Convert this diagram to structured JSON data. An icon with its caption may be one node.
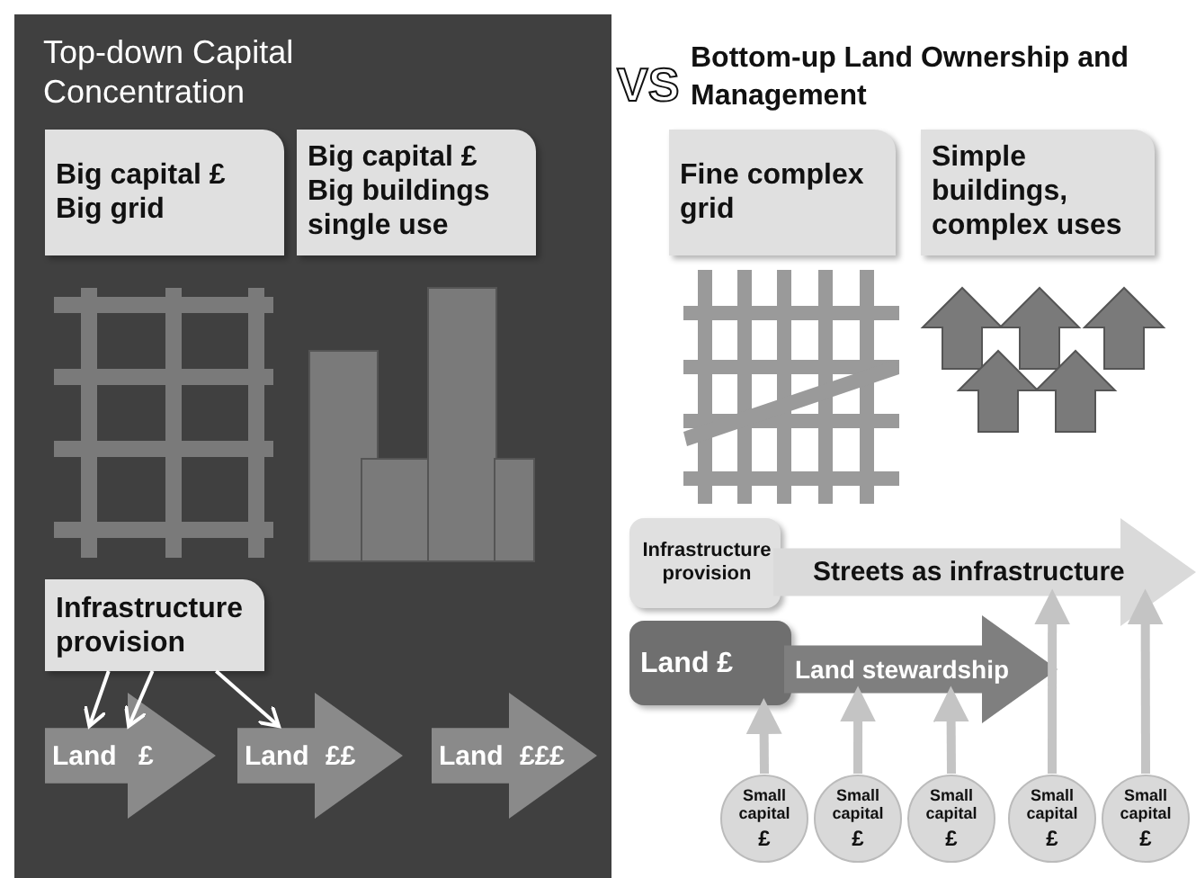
{
  "diagram": {
    "nodes": [
      {
        "text": [
          "Top-down Capital Concentration"
        ]
      },
      {
        "text": [
          "Big capital £ Big grid"
        ],
        "in": 0
      },
      {
        "text": [
          "Big capital £ Big buildings single use"
        ],
        "in": 0
      },
      {
        "text": [
          "Infrastructure provision"
        ],
        "in": 0
      },
      {
        "text": [
          "Land",
          "£"
        ],
        "in": 0
      },
      {
        "text": [
          "Land",
          "££"
        ],
        "in": 0
      },
      {
        "text": [
          "Land",
          "£££"
        ],
        "in": 0
      },
      {
        "text": [
          "Fine complex grid"
        ]
      },
      {
        "text": [
          "Simple buildings, complex uses"
        ]
      },
      {
        "text": [
          "Infrastructure provision"
        ]
      },
      {
        "text": [
          "Streets as infrastructure"
        ]
      },
      {
        "text": [
          "Land £"
        ]
      },
      {
        "text": [
          "Land stewardship"
        ]
      },
      {
        "text": [
          "Small capital",
          "£"
        ]
      },
      {
        "text": [
          "Small capital",
          "£"
        ]
      },
      {
        "text": [
          "Small capital",
          "£"
        ]
      },
      {
        "text": [
          "Small capital",
          "£"
        ]
      },
      {
        "text": [
          "Small capital",
          "£"
        ]
      }
    ],
    "edges": [
      {
        "from": 3,
        "to": 4,
        "arrow": "to",
        "color": "#ffffff"
      },
      {
        "from": 3,
        "to": 4,
        "arrow": "to",
        "color": "#ffffff"
      },
      {
        "from": 3,
        "to": 5,
        "arrow": "to",
        "color": "#ffffff"
      },
      {
        "from": 13,
        "to": 11,
        "arrow": "to"
      },
      {
        "from": 14,
        "to": 12,
        "arrow": "to"
      },
      {
        "from": 15,
        "to": 12,
        "arrow": "to"
      },
      {
        "from": 16,
        "to": 10,
        "arrow": "to"
      },
      {
        "from": 17,
        "to": 10,
        "arrow": "to"
      }
    ],
    "labels": [
      "VS",
      "Bottom-up Land Ownership and Management"
    ]
  }
}
